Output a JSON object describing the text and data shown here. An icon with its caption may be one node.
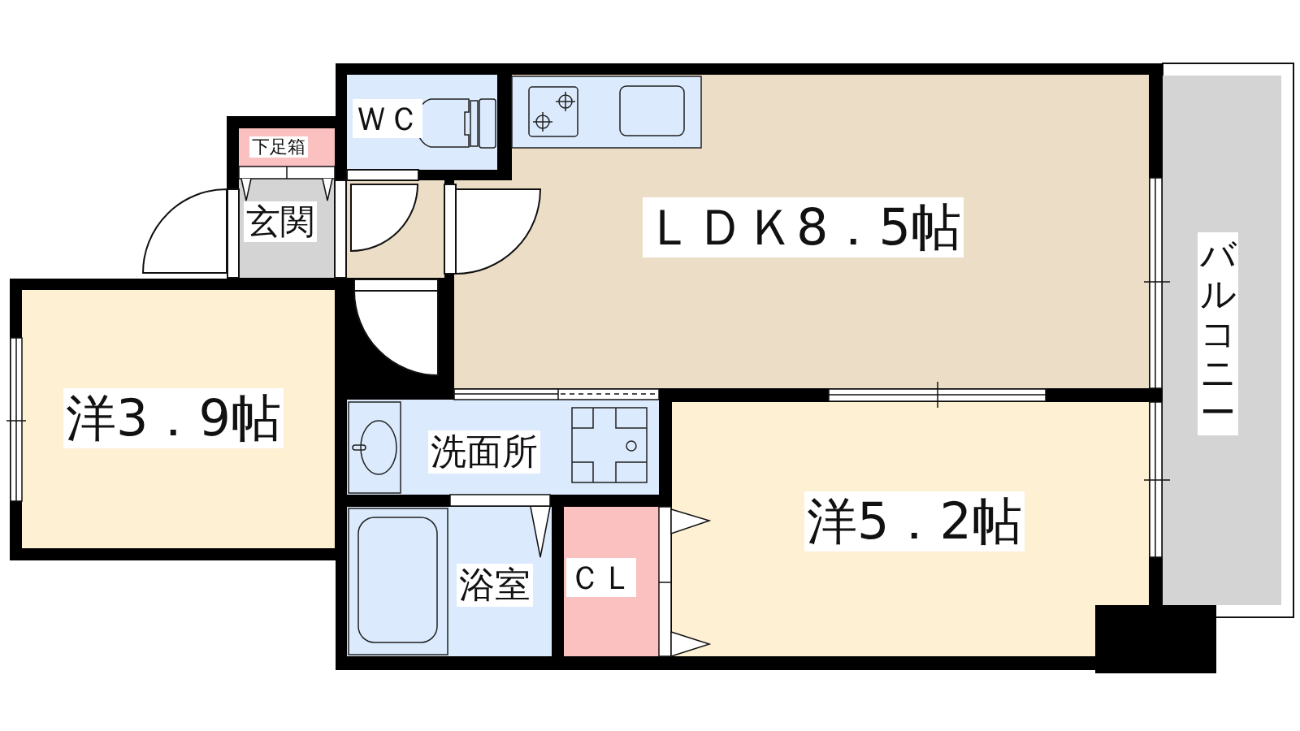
{
  "diagram": {
    "nodes": [
      {
        "text": [
          "ＷＣ"
        ]
      },
      {
        "text": [
          "ＬＤＫ8．5帖"
        ]
      },
      {
        "text": [
          "下足箱"
        ]
      },
      {
        "text": [
          "玄関"
        ]
      },
      {
        "text": [
          "バルコニー"
        ]
      },
      {
        "text": [
          "洋3．9帖"
        ]
      },
      {
        "text": [
          "洗面所"
        ]
      },
      {
        "text": [
          "洋5．2帖"
        ]
      },
      {
        "text": [
          "浴室"
        ]
      },
      {
        "text": [
          "ＣＬ"
        ]
      }
    ]
  }
}
